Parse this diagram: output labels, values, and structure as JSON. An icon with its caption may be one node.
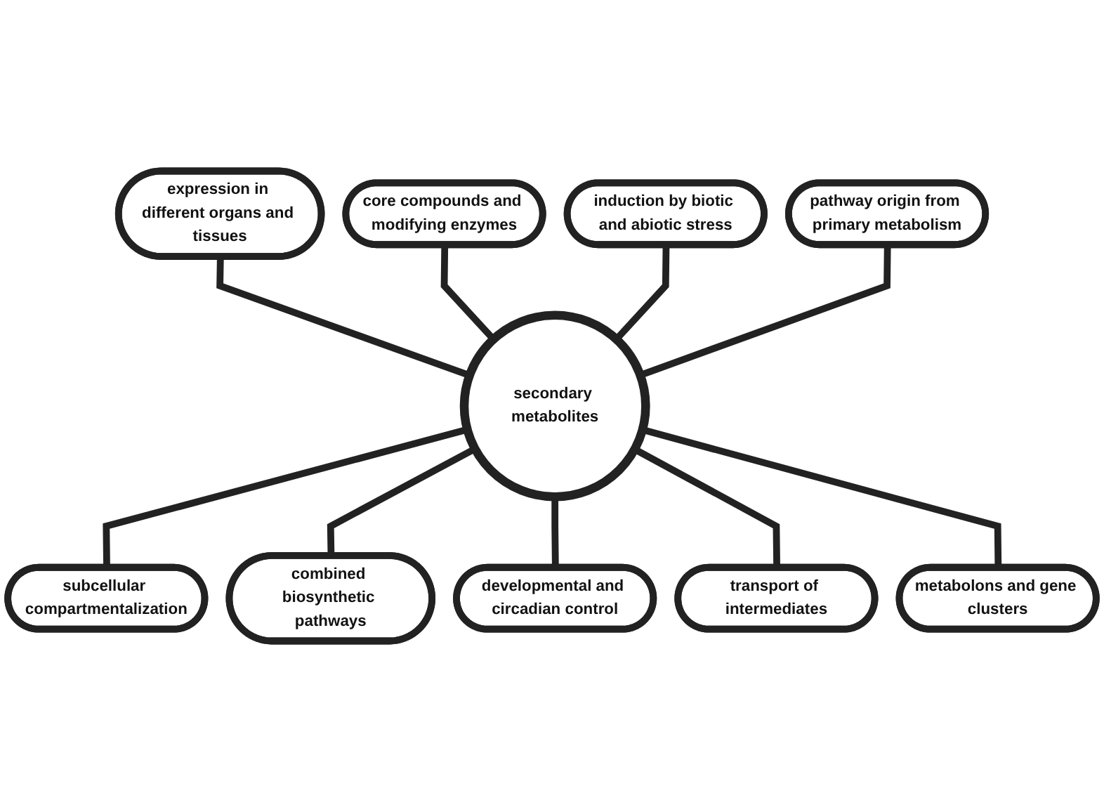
{
  "diagram": {
    "nodes": [
      {
        "text": [
          "expression in different organs and tissues"
        ]
      },
      {
        "text": [
          "core compounds and modifying enzymes"
        ]
      },
      {
        "text": [
          "induction by biotic and abiotic stress"
        ]
      },
      {
        "text": [
          "pathway origin from primary metabolism"
        ]
      },
      {
        "text": [
          "secondary metabolites"
        ]
      },
      {
        "text": [
          "subcellular compartmentalization"
        ]
      },
      {
        "text": [
          "combined biosynthetic pathways"
        ]
      },
      {
        "text": [
          "developmental and circadian control"
        ]
      },
      {
        "text": [
          "transport of intermediates"
        ]
      },
      {
        "text": [
          "metabolons and gene clusters"
        ]
      }
    ],
    "edges": [
      {
        "from": 0,
        "to": 4,
        "arrow": "none"
      },
      {
        "from": 1,
        "to": 4,
        "arrow": "none"
      },
      {
        "from": 2,
        "to": 4,
        "arrow": "none"
      },
      {
        "from": 3,
        "to": 4,
        "arrow": "none"
      },
      {
        "from": 4,
        "to": 5,
        "arrow": "none"
      },
      {
        "from": 4,
        "to": 6,
        "arrow": "none"
      },
      {
        "from": 4,
        "to": 7,
        "arrow": "none"
      },
      {
        "from": 4,
        "to": 8,
        "arrow": "none"
      },
      {
        "from": 4,
        "to": 9,
        "arrow": "none"
      }
    ]
  }
}
